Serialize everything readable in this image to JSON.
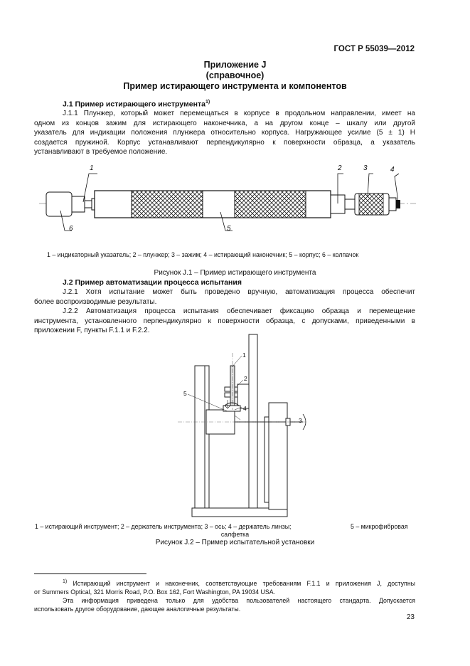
{
  "header": {
    "standard": "ГОСТ Р 55039—2012"
  },
  "appendix": {
    "title_line1": "Приложение J",
    "title_line2": "(справочное)",
    "title_line3": "Пример истирающего инструмента и компонентов"
  },
  "section_j1": {
    "heading": "J.1 Пример истирающего инструмента",
    "footnote_mark": "1)",
    "para_lines": [
      "J.1.1 Плунжер, который может перемещаться в корпусе в продольном направлении, имеет на",
      "одном из концов зажим для истирающего наконечника, а на другом конце – шкалу или другой",
      "указатель для индикации положения плунжера относительно корпуса. Нагружающее усилие (5 ± 1) Н",
      "создается пружиной. Корпус устанавливают перпендикулярно к поверхности образца, а указатель"
    ],
    "para_last": "устанавливают в требуемое положение."
  },
  "figure1": {
    "labels": {
      "l1": "1",
      "l2": "2",
      "l3": "3",
      "l4": "4",
      "l5": "5",
      "l6": "6"
    },
    "legend": "1 – индикаторный указатель; 2 – плунжер; 3 – зажим; 4 – истирающий наконечник; 5 – корпус; 6 – колпачок",
    "caption": "Рисунок J.1 – Пример истирающего инструмента"
  },
  "section_j2": {
    "heading": "J.2 Пример автоматизации процесса испытания",
    "p1_line1": "J.2.1 Хотя испытание может быть проведено вручную, автоматизация процесса обеспечит",
    "p1_line2": "более воспроизводимые результаты.",
    "p2_lines": [
      "J.2.2 Автоматизация процесса испытания обеспечивает фиксацию образца и перемещение",
      "инструмента, установленного перпендикулярно к поверхности образца, с допусками, приведенными в"
    ],
    "p2_last": "приложении F, пункты F.1.1 и F.2.2."
  },
  "figure2": {
    "labels": {
      "l1": "1",
      "l2": "2",
      "l3": "3",
      "l4": "4",
      "l5": "5"
    },
    "legend_left": "1 – истирающий инструмент; 2 – держатель инструмента; 3 – ось; 4 – держатель линзы;",
    "legend_right": "5 – микрофибровая",
    "legend_wrap": "салфетка",
    "caption": "Рисунок J.2 – Пример испытательной установки"
  },
  "footnote": {
    "mark": "1)",
    "line1": "Истирающий инструмент и наконечник, соответствующие требованиям F.1.1 и приложения J, доступны",
    "line2": "от Summers Optical, 321 Morris Road, P.O. Box 162, Fort Washington, PA 19034 USA.",
    "line3": "Эта информация приведена только для удобства пользователей настоящего стандарта. Допускается",
    "line4": "использовать другое оборудование, дающее аналогичные результаты."
  },
  "page_number": "23"
}
